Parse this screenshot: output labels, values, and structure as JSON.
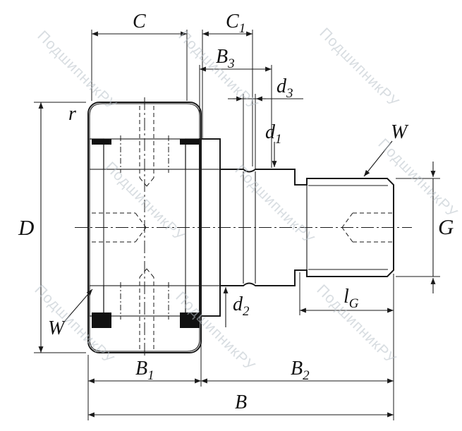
{
  "watermark": {
    "text": "ПодшипникРУ",
    "color": "#b9c2ca"
  },
  "dimensions": {
    "C": {
      "main": "C",
      "sub": ""
    },
    "C1": {
      "main": "C",
      "sub": "1"
    },
    "B3": {
      "main": "B",
      "sub": "3"
    },
    "d3": {
      "main": "d",
      "sub": "3"
    },
    "d1": {
      "main": "d",
      "sub": "1"
    },
    "d2": {
      "main": "d",
      "sub": "2"
    },
    "r": {
      "main": "r",
      "sub": ""
    },
    "D": {
      "main": "D",
      "sub": ""
    },
    "W_top": {
      "main": "W",
      "sub": ""
    },
    "W_bottom": {
      "main": "W",
      "sub": ""
    },
    "G": {
      "main": "G",
      "sub": ""
    },
    "lG": {
      "main": "l",
      "sub": "G"
    },
    "B1": {
      "main": "B",
      "sub": "1"
    },
    "B2": {
      "main": "B",
      "sub": "2"
    },
    "B": {
      "main": "B",
      "sub": ""
    }
  },
  "colors": {
    "line": "#1a1a1a",
    "seal": "#111111",
    "watermark": "#b9c2ca",
    "background": "#ffffff"
  }
}
